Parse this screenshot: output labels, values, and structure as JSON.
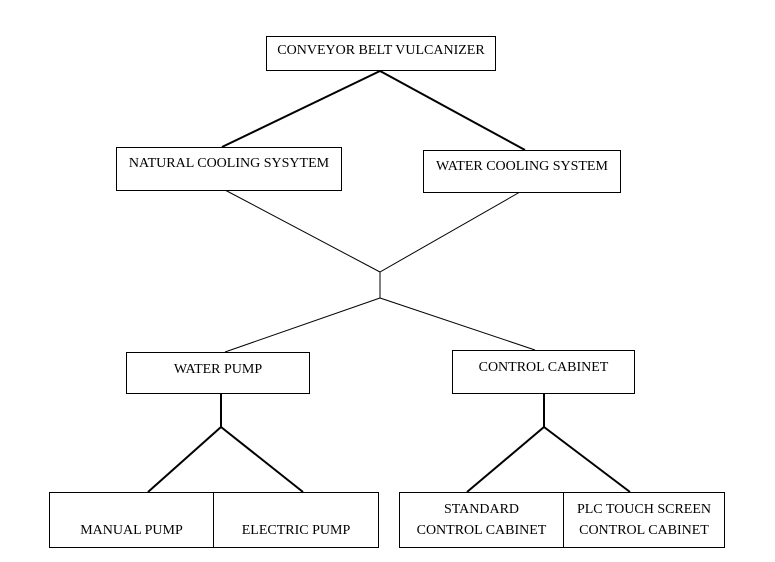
{
  "diagram": {
    "root": "CONVEYOR BELT VULCANIZER",
    "cooling": {
      "natural": "NATURAL COOLING SYSYTEM",
      "water": "WATER COOLING SYSTEM"
    },
    "components": {
      "water_pump": "WATER PUMP",
      "control_cabinet": "CONTROL CABINET"
    },
    "pumps": {
      "manual": "MANUAL PUMP",
      "electric": "ELECTRIC PUMP"
    },
    "cabinets": {
      "standard_line1": "STANDARD",
      "standard_line2": "CONTROL CABINET",
      "plc_line1": "PLC TOUCH SCREEN",
      "plc_line2": "CONTROL CABINET"
    }
  }
}
